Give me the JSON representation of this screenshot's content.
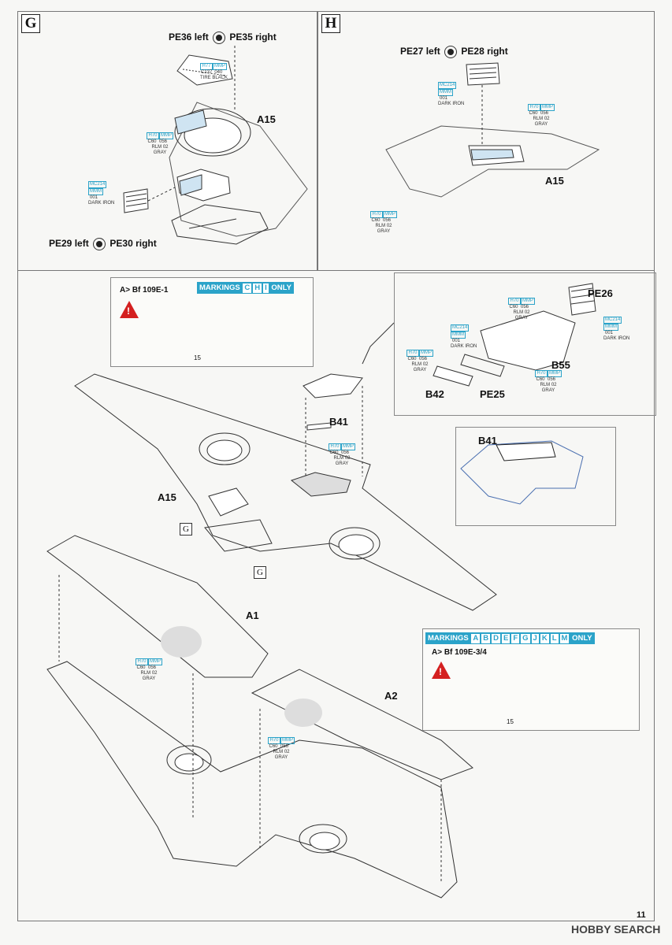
{
  "steps": {
    "G": {
      "letter": "G",
      "top_label": {
        "left": "PE36 left",
        "right": "PE35 right"
      },
      "bottom_label": {
        "left": "PE29 left",
        "right": "PE30 right"
      },
      "part": "A15",
      "paint1": {
        "c1": "H77",
        "c2": "MMP",
        "k1": "C137",
        "k2": "040",
        "name": "TIRE BLACK"
      },
      "paint2": {
        "c1": "H70",
        "c2": "MMP",
        "k1": "C60",
        "k2": "056",
        "n1": "RLM 02",
        "n2": "GRAY"
      },
      "paint3": {
        "c1": "MC214",
        "c2": "MMM",
        "k1": "001",
        "name": "DARK IRON"
      }
    },
    "H": {
      "letter": "H",
      "top_label": {
        "left": "PE27 left",
        "right": "PE28 right"
      },
      "part": "A15",
      "paint1": {
        "c1": "MC214",
        "c2": "MMM",
        "k1": "001",
        "name": "DARK IRON"
      },
      "paint2": {
        "c1": "H70",
        "c2": "MMP",
        "k1": "C60",
        "k2": "056",
        "n1": "RLM 02",
        "n2": "GRAY"
      },
      "paint3": {
        "c1": "H70",
        "c2": "MMP",
        "k1": "C60",
        "k2": "056",
        "n1": "RLM 02",
        "n2": "GRAY"
      }
    }
  },
  "main": {
    "markings1": {
      "prefix": "MARKINGS",
      "letters": [
        "C",
        "H",
        "I"
      ],
      "suffix": "ONLY",
      "variant": "A> Bf 109E-1",
      "num": "15"
    },
    "markings2": {
      "prefix": "MARKINGS",
      "letters": [
        "A",
        "B",
        "D",
        "E",
        "F",
        "G",
        "J",
        "K",
        "L",
        "M"
      ],
      "suffix": "ONLY",
      "variant": "A> Bf 109E-3/4",
      "num": "15"
    },
    "detail": {
      "parts": {
        "pe26": "PE26",
        "b55": "B55",
        "b42": "B42",
        "pe25": "PE25"
      },
      "paint_a": {
        "c1": "H70",
        "c2": "MMP",
        "k1": "C60",
        "k2": "056",
        "n1": "RLM 02",
        "n2": "GRAY"
      },
      "paint_b": {
        "c1": "MC214",
        "c2": "MMM",
        "k1": "001",
        "name": "DARK IRON"
      },
      "paint_c": {
        "c1": "MC214",
        "c2": "MMM",
        "k1": "001",
        "name": "DARK IRON"
      },
      "paint_d": {
        "c1": "H70",
        "c2": "MMP",
        "k1": "C60",
        "k2": "056",
        "n1": "RLM 02",
        "n2": "GRAY"
      },
      "paint_e": {
        "c1": "H70",
        "c2": "MMP",
        "k1": "C60",
        "k2": "056",
        "n1": "RLM 02",
        "n2": "GRAY"
      }
    },
    "inset_part": "B41",
    "labels": {
      "b41": "B41",
      "a15": "A15",
      "a1": "A1",
      "a2": "A2",
      "g1": "G",
      "g2": "G"
    },
    "paint_b41": {
      "c1": "H70",
      "c2": "MMP",
      "k1": "C60",
      "k2": "056",
      "n1": "RLM 02",
      "n2": "GRAY"
    },
    "paint_a1": {
      "c1": "H70",
      "c2": "MMP",
      "k1": "C60",
      "k2": "056",
      "n1": "RLM 02",
      "n2": "GRAY"
    },
    "paint_a2": {
      "c1": "H70",
      "c2": "MMP",
      "k1": "C60",
      "k2": "056",
      "n1": "RLM 02",
      "n2": "GRAY"
    }
  },
  "footer": {
    "page": "11",
    "watermark": "HOBBY SEARCH"
  }
}
